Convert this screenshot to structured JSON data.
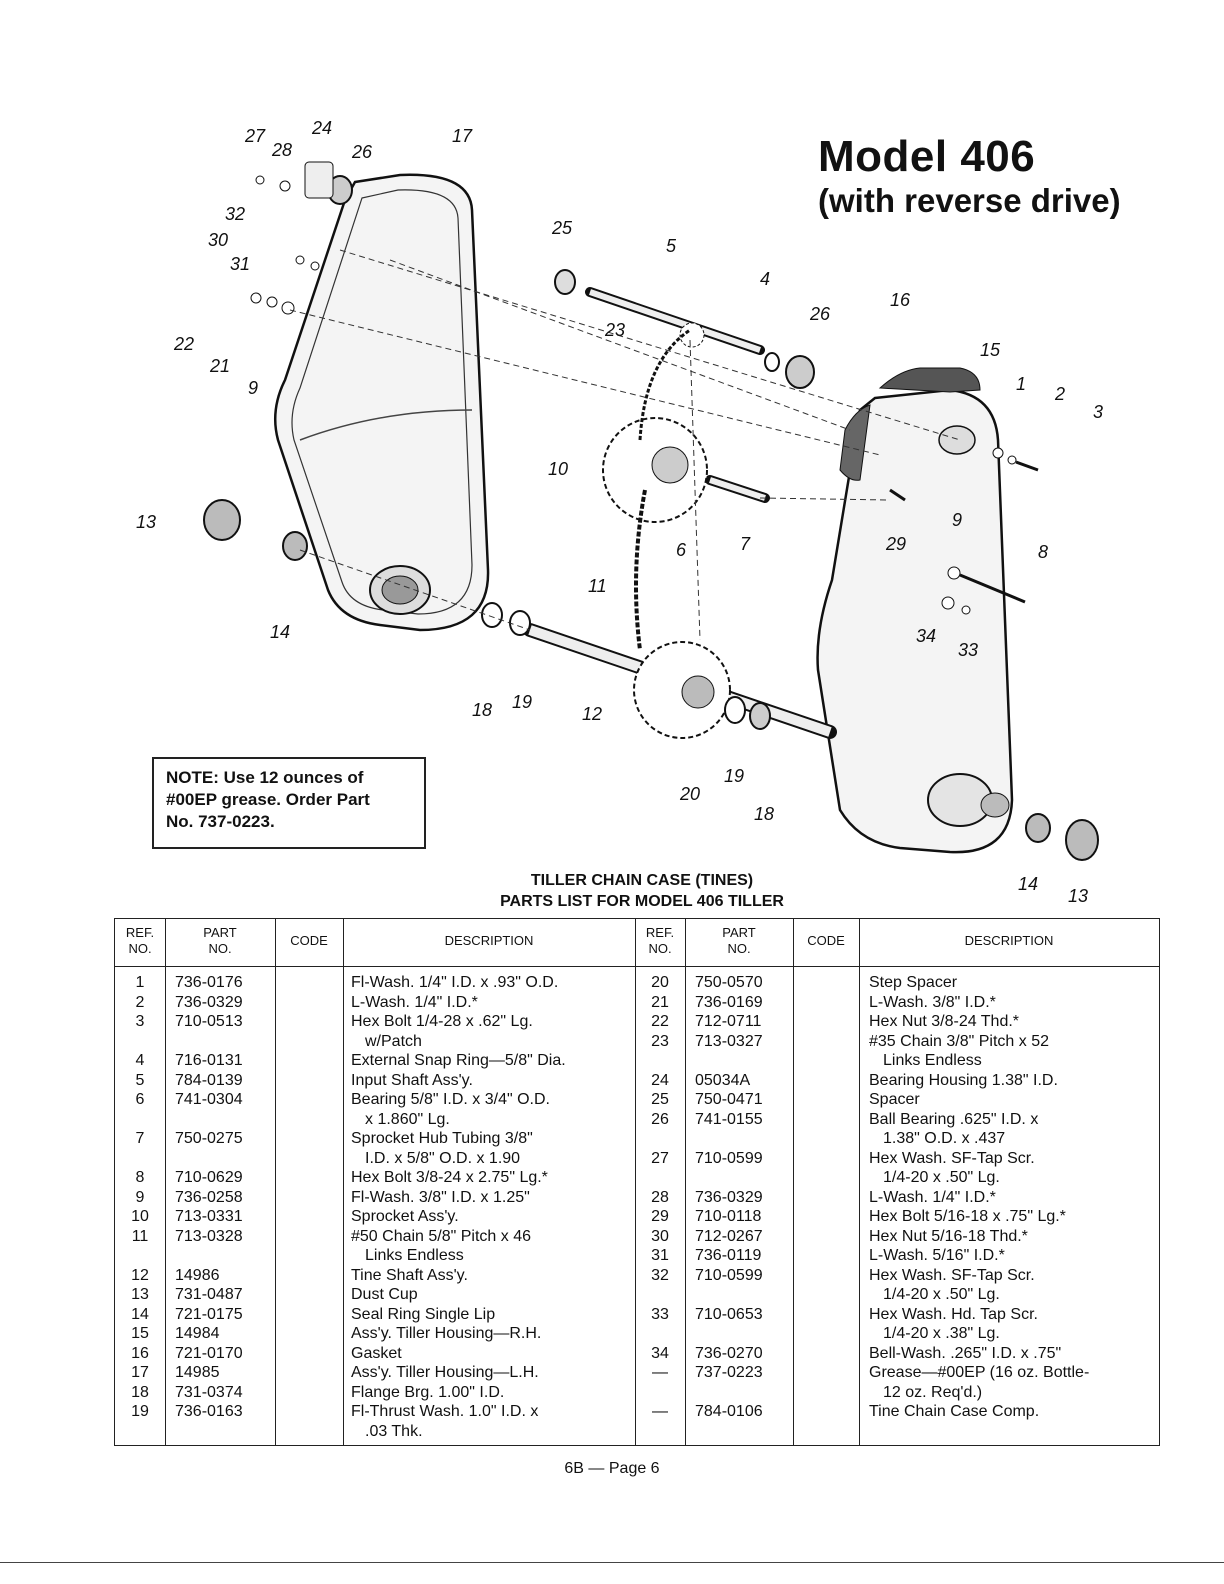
{
  "header": {
    "title": "Model 406",
    "subtitle": "(with reverse drive)"
  },
  "note": {
    "line1": "NOTE: Use 12 ounces of",
    "line2": "#00EP grease. Order Part",
    "line3": "No. 737-0223."
  },
  "table_title": {
    "line1": "TILLER CHAIN CASE (TINES)",
    "line2": "PARTS LIST FOR MODEL 406 TILLER"
  },
  "columns": {
    "ref": "REF.\nNO.",
    "part": "PART\nNO.",
    "code": "CODE",
    "description": "DESCRIPTION"
  },
  "diagram_labels": [
    "27",
    "28",
    "24",
    "26",
    "17",
    "32",
    "30",
    "31",
    "22",
    "21",
    "9",
    "25",
    "5",
    "23",
    "4",
    "26",
    "16",
    "15",
    "1",
    "2",
    "3",
    "10",
    "6",
    "7",
    "29",
    "9",
    "8",
    "13",
    "14",
    "11",
    "34",
    "33",
    "18",
    "19",
    "12",
    "20",
    "19",
    "18",
    "14",
    "13"
  ],
  "left_rows": [
    {
      "ref": "1",
      "part": "736-0176",
      "desc": "Fl-Wash. 1/4\" I.D. x .93\" O.D."
    },
    {
      "ref": "2",
      "part": "736-0329",
      "desc": "L-Wash. 1/4\" I.D.*"
    },
    {
      "ref": "3",
      "part": "710-0513",
      "desc": "Hex Bolt 1/4-28 x .62\" Lg."
    },
    {
      "ref": "",
      "part": "",
      "desc": "w/Patch",
      "indent": true
    },
    {
      "ref": "4",
      "part": "716-0131",
      "desc": "External Snap Ring—5/8\" Dia."
    },
    {
      "ref": "5",
      "part": "784-0139",
      "desc": "Input Shaft Ass'y."
    },
    {
      "ref": "6",
      "part": "741-0304",
      "desc": "Bearing 5/8\" I.D. x 3/4\" O.D."
    },
    {
      "ref": "",
      "part": "",
      "desc": "x 1.860\" Lg.",
      "indent": true
    },
    {
      "ref": "7",
      "part": "750-0275",
      "desc": "Sprocket Hub Tubing 3/8\""
    },
    {
      "ref": "",
      "part": "",
      "desc": "I.D. x 5/8\" O.D. x 1.90",
      "indent": true
    },
    {
      "ref": "8",
      "part": "710-0629",
      "desc": "Hex Bolt 3/8-24 x 2.75\" Lg.*"
    },
    {
      "ref": "9",
      "part": "736-0258",
      "desc": "Fl-Wash. 3/8\" I.D. x 1.25\""
    },
    {
      "ref": "10",
      "part": "713-0331",
      "desc": "Sprocket Ass'y."
    },
    {
      "ref": "11",
      "part": "713-0328",
      "desc": "#50 Chain 5/8\" Pitch x 46"
    },
    {
      "ref": "",
      "part": "",
      "desc": "Links Endless",
      "indent": true
    },
    {
      "ref": "12",
      "part": "14986",
      "desc": "Tine Shaft Ass'y."
    },
    {
      "ref": "13",
      "part": "731-0487",
      "desc": "Dust Cup"
    },
    {
      "ref": "14",
      "part": "721-0175",
      "desc": "Seal Ring Single Lip"
    },
    {
      "ref": "15",
      "part": "14984",
      "desc": "Ass'y. Tiller Housing—R.H."
    },
    {
      "ref": "16",
      "part": "721-0170",
      "desc": "Gasket"
    },
    {
      "ref": "17",
      "part": "14985",
      "desc": "Ass'y. Tiller Housing—L.H."
    },
    {
      "ref": "18",
      "part": "731-0374",
      "desc": "Flange Brg. 1.00\" I.D."
    },
    {
      "ref": "19",
      "part": "736-0163",
      "desc": "Fl-Thrust Wash. 1.0\" I.D. x"
    },
    {
      "ref": "",
      "part": "",
      "desc": ".03 Thk.",
      "indent": true
    }
  ],
  "right_rows": [
    {
      "ref": "20",
      "part": "750-0570",
      "desc": "Step Spacer"
    },
    {
      "ref": "21",
      "part": "736-0169",
      "desc": "L-Wash. 3/8\" I.D.*"
    },
    {
      "ref": "22",
      "part": "712-0711",
      "desc": "Hex Nut 3/8-24 Thd.*"
    },
    {
      "ref": "23",
      "part": "713-0327",
      "desc": "#35 Chain 3/8\" Pitch x 52"
    },
    {
      "ref": "",
      "part": "",
      "desc": "Links Endless",
      "indent": true
    },
    {
      "ref": "24",
      "part": "05034A",
      "desc": "Bearing Housing 1.38\" I.D."
    },
    {
      "ref": "25",
      "part": "750-0471",
      "desc": "Spacer"
    },
    {
      "ref": "26",
      "part": "741-0155",
      "desc": "Ball Bearing .625\" I.D. x"
    },
    {
      "ref": "",
      "part": "",
      "desc": "1.38\" O.D. x .437",
      "indent": true
    },
    {
      "ref": "27",
      "part": "710-0599",
      "desc": "Hex Wash. SF-Tap Scr."
    },
    {
      "ref": "",
      "part": "",
      "desc": "1/4-20 x .50\" Lg.",
      "indent": true
    },
    {
      "ref": "28",
      "part": "736-0329",
      "desc": "L-Wash. 1/4\" I.D.*"
    },
    {
      "ref": "29",
      "part": "710-0118",
      "desc": "Hex Bolt 5/16-18 x .75\" Lg.*"
    },
    {
      "ref": "30",
      "part": "712-0267",
      "desc": "Hex Nut 5/16-18 Thd.*"
    },
    {
      "ref": "31",
      "part": "736-0119",
      "desc": "L-Wash. 5/16\" I.D.*"
    },
    {
      "ref": "32",
      "part": "710-0599",
      "desc": "Hex Wash. SF-Tap Scr."
    },
    {
      "ref": "",
      "part": "",
      "desc": "1/4-20 x .50\" Lg.",
      "indent": true
    },
    {
      "ref": "33",
      "part": "710-0653",
      "desc": "Hex Wash. Hd. Tap Scr."
    },
    {
      "ref": "",
      "part": "",
      "desc": "1/4-20 x .38\" Lg.",
      "indent": true
    },
    {
      "ref": "34",
      "part": "736-0270",
      "desc": "Bell-Wash. .265\" I.D. x .75\""
    },
    {
      "ref": "—",
      "part": "737-0223",
      "desc": "Grease—#00EP (16 oz. Bottle-"
    },
    {
      "ref": "",
      "part": "",
      "desc": "12 oz. Req'd.)",
      "indent": true
    },
    {
      "ref": "—",
      "part": "784-0106",
      "desc": "Tine Chain Case Comp."
    }
  ],
  "footer": {
    "page": "6B — Page 6"
  }
}
